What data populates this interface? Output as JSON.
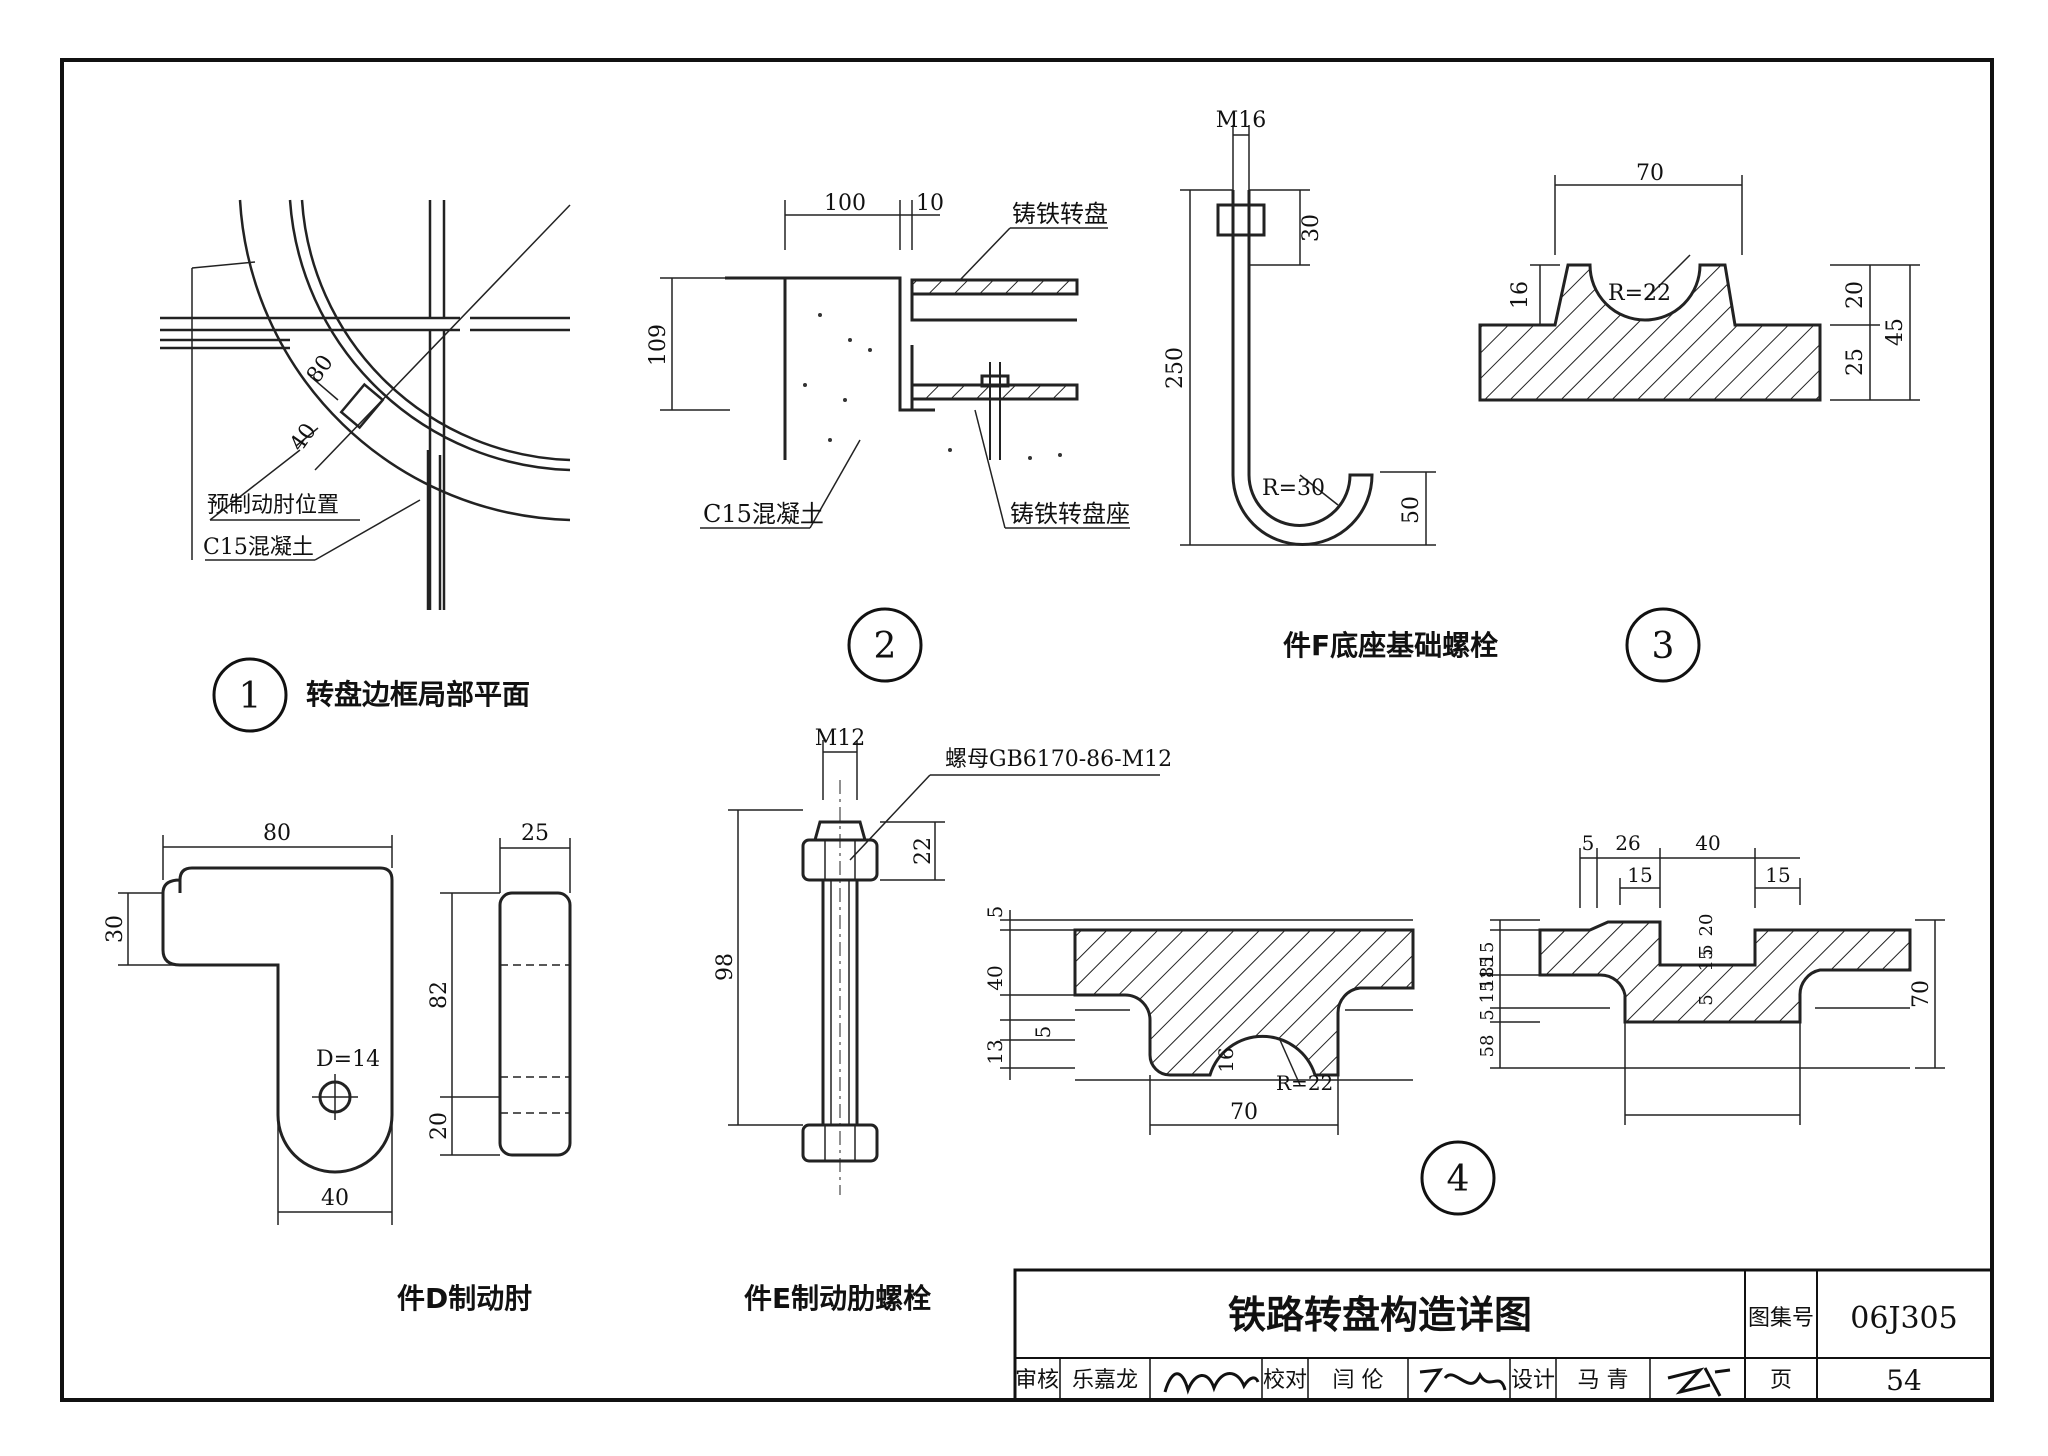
{
  "drawing": {
    "detail1": {
      "number": "1",
      "title": "转盘边框局部平面",
      "dims": [
        "80",
        "40"
      ],
      "notes": [
        "预制动肘位置",
        "C15混凝土"
      ]
    },
    "detail2": {
      "number": "2",
      "dims": [
        "100",
        "10",
        "109"
      ],
      "notes": [
        "铸铁转盘",
        "C15混凝土",
        "铸铁转盘座"
      ]
    },
    "partF": {
      "title": "件F底座基础螺栓",
      "dims": [
        "M16",
        "30",
        "250",
        "R=30",
        "50"
      ]
    },
    "detail3": {
      "number": "3",
      "dims": [
        "70",
        "16",
        "R=22",
        "20",
        "25",
        "45"
      ]
    },
    "partD": {
      "title": "件D制动肘",
      "dims": [
        "80",
        "30",
        "82",
        "20",
        "40",
        "25",
        "D=14"
      ]
    },
    "partE": {
      "title": "件E制动肋螺栓",
      "dims": [
        "M12",
        "22",
        "98"
      ],
      "note": "螺母GB6170-86-M12"
    },
    "detail4": {
      "number": "4",
      "left_dims": [
        "5",
        "40",
        "5",
        "13",
        "16",
        "R=22",
        "70"
      ],
      "right_dims": [
        "5",
        "26",
        "40",
        "15",
        "15",
        "15",
        "15",
        "5",
        "20",
        "5",
        "15",
        "5",
        "15",
        "18",
        "58",
        "70"
      ]
    }
  },
  "title_block": {
    "title": "铁路转盘构造详图",
    "atlas_label": "图集号",
    "atlas_no": "06J305",
    "row": [
      "审核",
      "乐嘉龙",
      "校对",
      "闫  伦",
      "设计",
      "马  青"
    ],
    "page_label": "页",
    "page_no": "54"
  }
}
